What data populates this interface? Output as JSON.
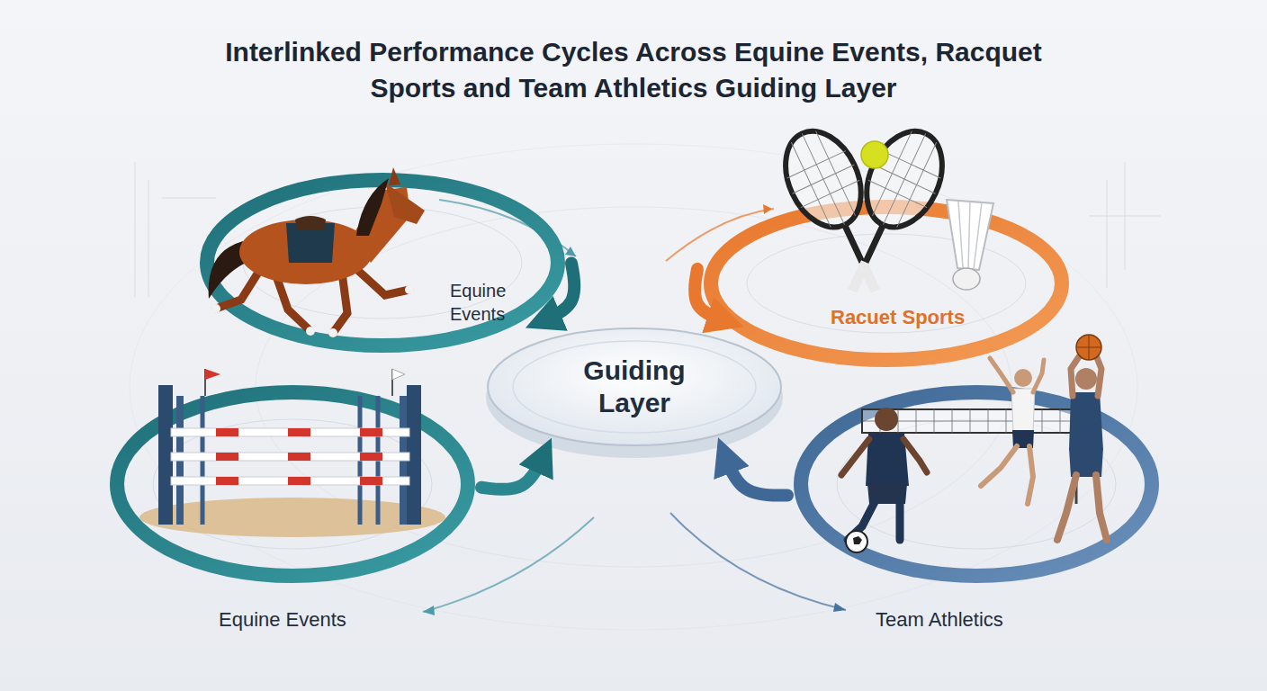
{
  "diagram": {
    "title": "Interlinked Performance Cycles Across Equine Events, Racquet Sports and Team Athletics Guiding Layer",
    "nodes": [
      {
        "text": [
          "Equine Events"
        ]
      },
      {
        "text": [
          "Racuet Sports"
        ]
      },
      {
        "text": [
          "Guiding Layer"
        ]
      },
      {
        "text": [
          "Equine Events"
        ]
      },
      {
        "text": [
          "Team Athletics"
        ]
      }
    ],
    "edges": [
      {
        "from": 0,
        "to": 2,
        "arrow": "to"
      },
      {
        "from": 1,
        "to": 2,
        "arrow": "to"
      },
      {
        "from": 3,
        "to": 2,
        "arrow": "to"
      },
      {
        "from": 4,
        "to": 2,
        "arrow": "to"
      }
    ]
  }
}
